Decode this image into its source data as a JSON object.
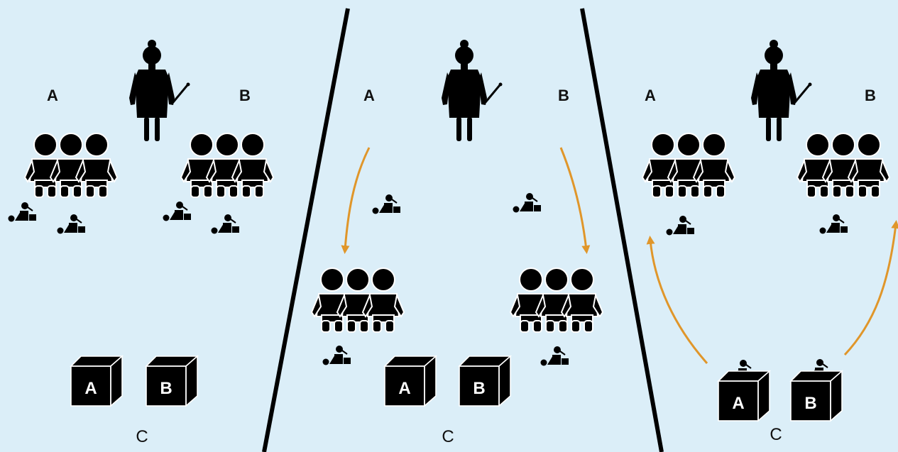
{
  "colors": {
    "background": "#dbeef8",
    "figure": "#000000",
    "arrow": "#e0962a",
    "divider": "#000000"
  },
  "panels": [
    {
      "group_a_label": "A",
      "group_b_label": "B",
      "center_label": "C",
      "box_a_label": "A",
      "box_b_label": "B"
    },
    {
      "group_a_label": "A",
      "group_b_label": "B",
      "center_label": "C",
      "box_a_label": "A",
      "box_b_label": "B"
    },
    {
      "group_a_label": "A",
      "group_b_label": "B",
      "center_label": "C",
      "box_a_label": "A",
      "box_b_label": "B"
    }
  ],
  "icons": [
    "teacher-icon",
    "children-group-icon",
    "toy-blocks-icon",
    "box-icon",
    "arrow-icon"
  ]
}
